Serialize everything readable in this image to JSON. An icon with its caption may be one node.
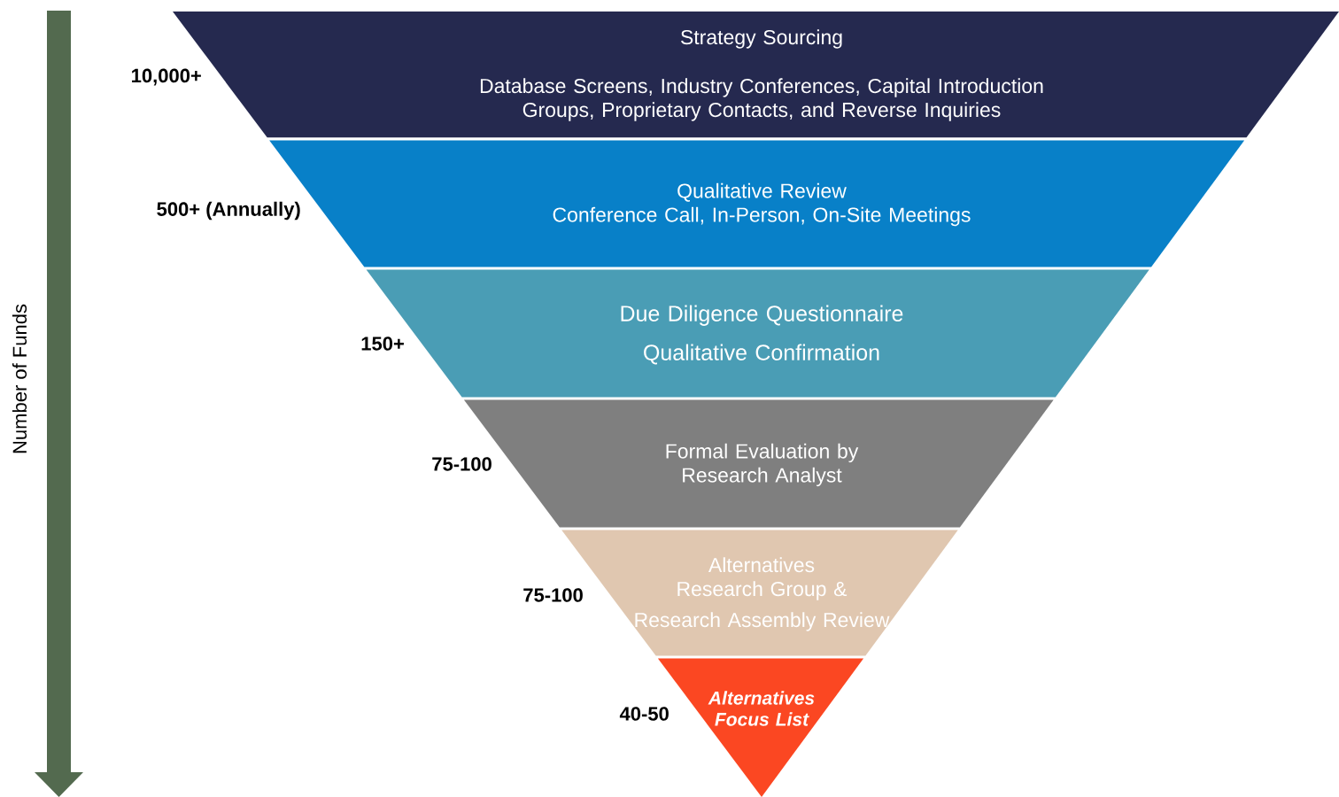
{
  "diagram": {
    "nodes": [
      {
        "text": [
          "Strategy Sourcing",
          "Database Screens, Industry Conferences, Capital Introduction Groups, Proprietary Contacts, and Reverse Inquiries"
        ],
        "beside": [
          "10,000+"
        ]
      },
      {
        "text": [
          "Qualitative Review",
          "Conference Call, In-Person, On-Site Meetings"
        ],
        "beside": [
          "500+ (Annually)"
        ]
      },
      {
        "text": [
          "Due Diligence Questionnaire",
          "Qualitative Confirmation"
        ],
        "beside": [
          "150+"
        ]
      },
      {
        "text": [
          "Formal Evaluation by Research Analyst"
        ],
        "beside": [
          "75-100"
        ]
      },
      {
        "text": [
          "Alternatives Research Group &",
          "Research Assembly Review"
        ],
        "beside": [
          "75-100"
        ]
      },
      {
        "text": [
          "Alternatives Focus List"
        ],
        "beside": [
          "40-50"
        ]
      }
    ],
    "labels": [
      "Number of Funds"
    ]
  }
}
